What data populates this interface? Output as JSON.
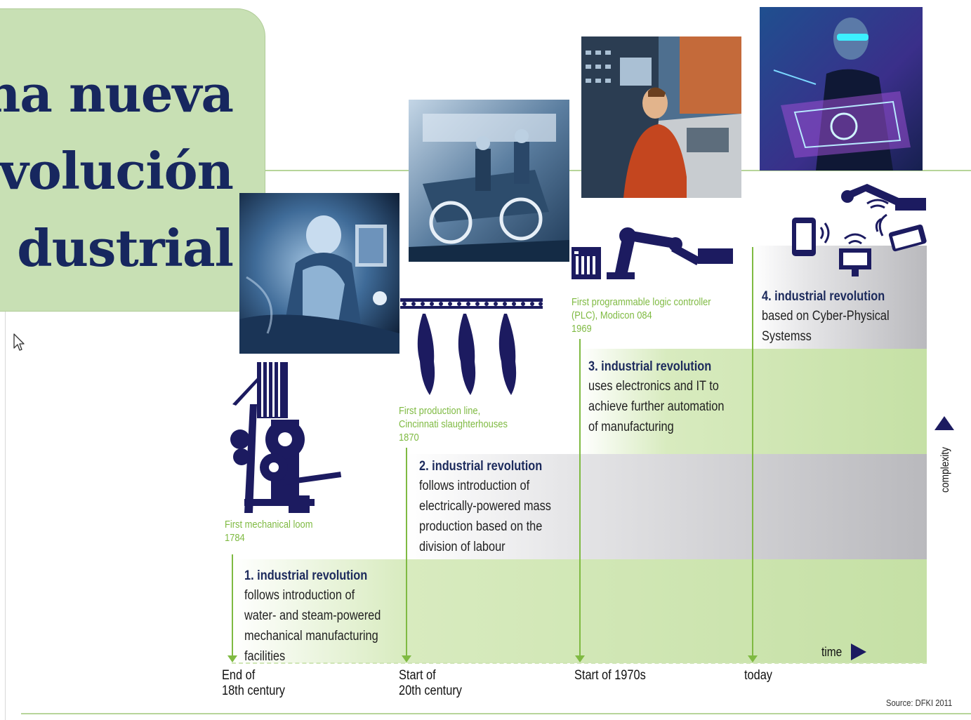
{
  "title": {
    "lines": [
      "na nueva",
      "volución",
      "dustrial"
    ]
  },
  "milestones": [
    {
      "caption_lines": [
        "First mechanical loom",
        "1784"
      ]
    },
    {
      "caption_lines": [
        "First production line,",
        "Cincinnati slaughterhouses",
        "1870"
      ]
    },
    {
      "caption_lines": [
        "First programmable logic controller",
        "(PLC), Modicon 084",
        "1969"
      ]
    }
  ],
  "revolutions": [
    {
      "title": "1. industrial revolution",
      "body": [
        "follows introduction of",
        "water- and steam-powered",
        "mechanical manufacturing",
        "facilities"
      ]
    },
    {
      "title": "2. industrial revolution",
      "body": [
        "follows introduction of",
        "electrically-powered mass",
        "production based on the",
        "division of labour"
      ]
    },
    {
      "title": "3. industrial revolution",
      "body": [
        "uses electronics and IT to",
        "achieve further automation",
        "of manufacturing"
      ]
    },
    {
      "title": "4. industrial revolution",
      "body": [
        "based on Cyber-Physical",
        "Systemss"
      ]
    }
  ],
  "axis": {
    "time_label": "time",
    "complexity_label": "complexity",
    "ticks": [
      [
        "End of",
        "18th century"
      ],
      [
        "Start of",
        "20th century"
      ],
      [
        "Start of 1970s"
      ],
      [
        "today"
      ]
    ]
  },
  "source": "Source: DFKI 2011",
  "colors": {
    "navy": "#1c2a5c",
    "green_text": "#7fba42",
    "title_box": "#c8e0b4",
    "title_text": "#17275f"
  }
}
